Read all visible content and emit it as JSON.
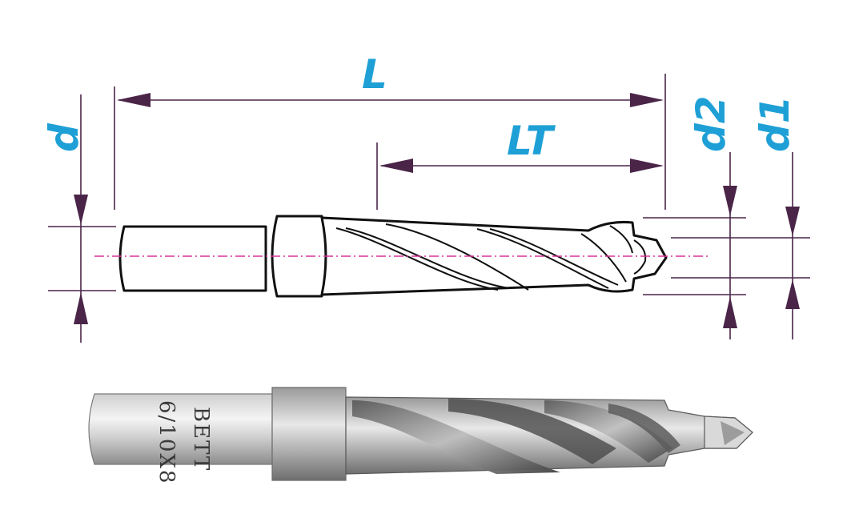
{
  "dimensions": {
    "L": "L",
    "LT": "LT",
    "d": "d",
    "d1": "d1",
    "d2": "d2"
  },
  "engraving": {
    "brand": "BETT",
    "size": "6/10X8"
  },
  "colors": {
    "label": "#1ea0d6",
    "dimension_line": "#4a2548",
    "centerline": "#d8329a",
    "outline": "#111111"
  }
}
